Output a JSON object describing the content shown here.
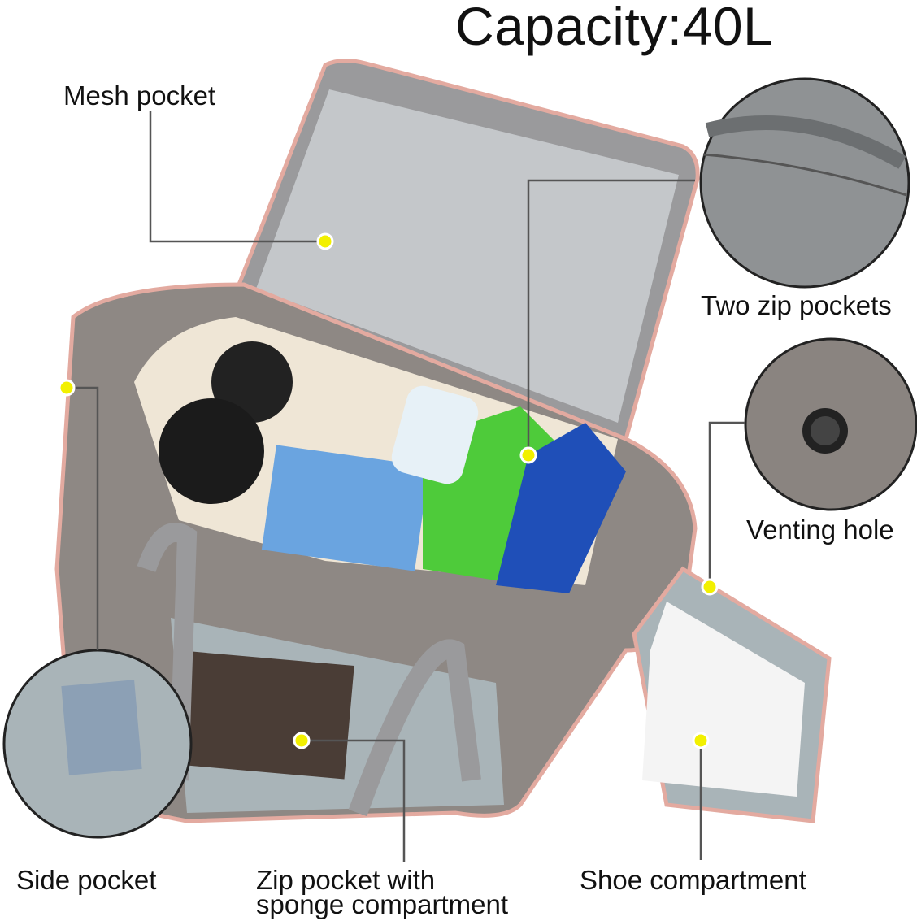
{
  "title": "Capacity:40L",
  "callouts": {
    "mesh_pocket": "Mesh pocket",
    "two_zip_pockets": "Two zip pockets",
    "venting_hole": "Venting hole",
    "side_pocket": "Side pocket",
    "zip_pocket_line1": "Zip pocket with",
    "zip_pocket_line2": "sponge compartment",
    "shoe_compartment": "Shoe compartment"
  },
  "colors": {
    "bag": "#8e8884",
    "trim": "#e3aaa0",
    "lining": "#a9b4b8",
    "dot": "#f2f000",
    "line": "#555555"
  }
}
